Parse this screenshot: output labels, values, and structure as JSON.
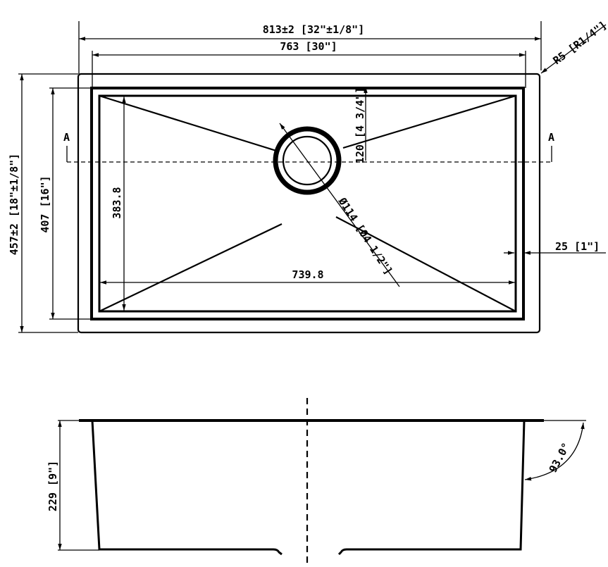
{
  "plan_view": {
    "overall_width": "813±2 [32\"±1/8\"]",
    "inner_width": "763 [30\"]",
    "corner_radius": "R5 [R1/4\"]",
    "overall_depth": "457±2 [18\"±1/8\"]",
    "inner_depth": "407 [16\"]",
    "bowl_depth": "383.8",
    "bowl_width": "739.8",
    "drain_offset": "120 [4 3/4\"]",
    "drain_diameter": "Ø114 [Ø4 1/2\"]",
    "flange_width": "25 [1\"]",
    "section_marker_left": "A",
    "section_marker_right": "A"
  },
  "section_view": {
    "height": "229 [9\"]",
    "wall_angle": "93.0°"
  }
}
